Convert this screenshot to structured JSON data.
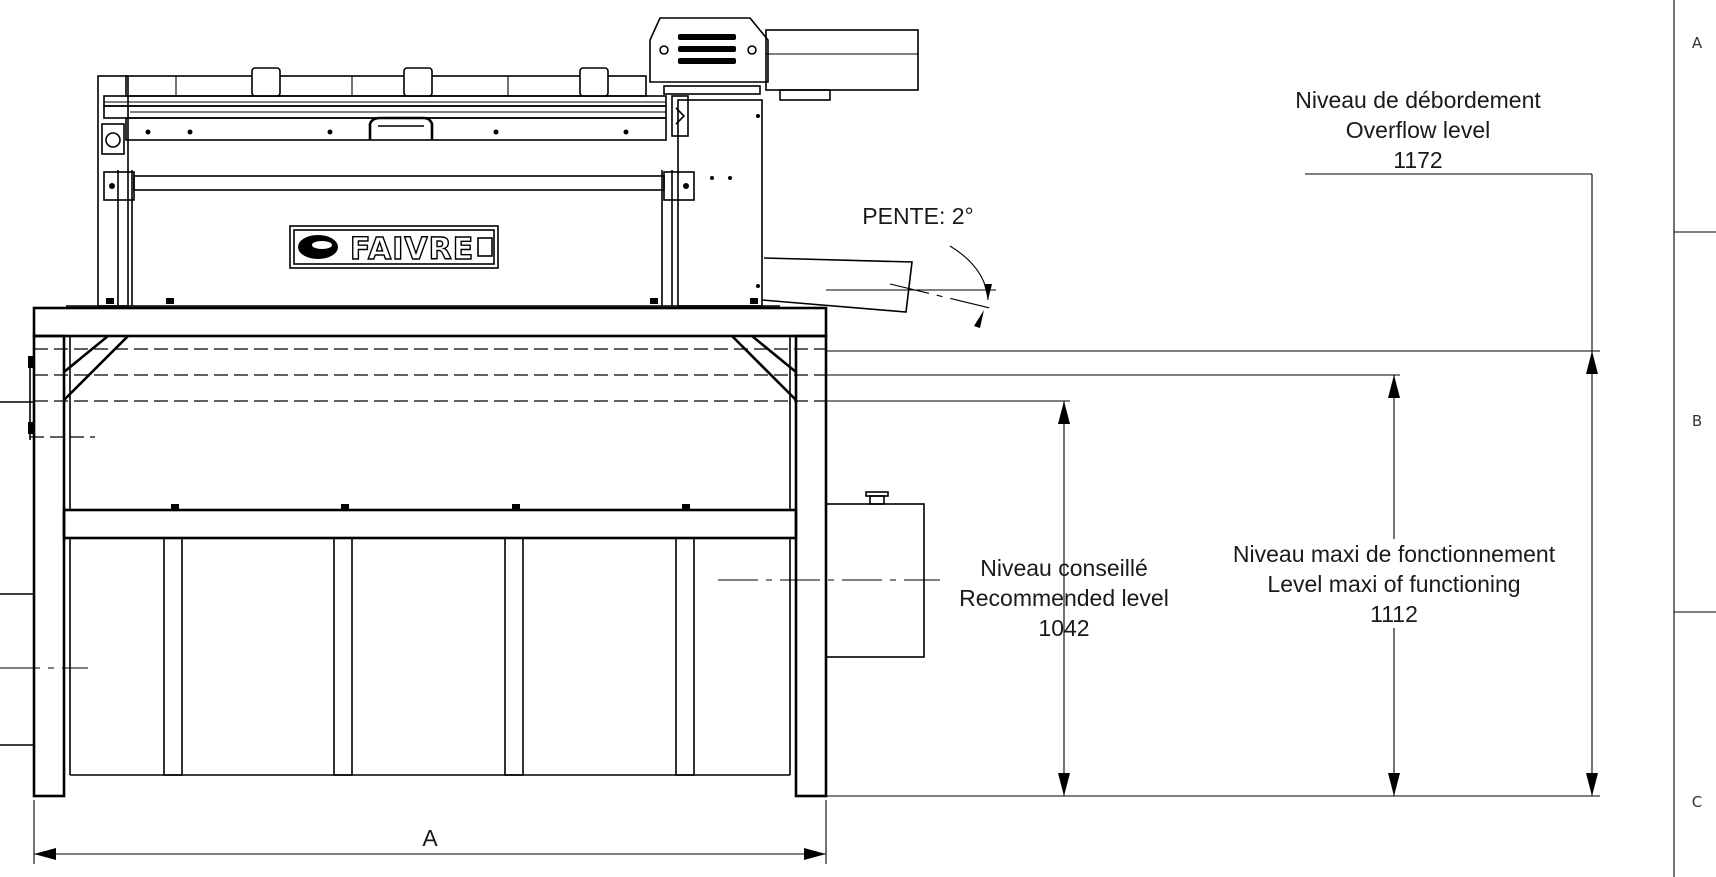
{
  "brand": {
    "logo_text": "FAIVRE"
  },
  "annotations": {
    "slope_label": "PENTE: 2°",
    "overflow": {
      "line_fr": "Niveau de débordement",
      "line_en": "Overflow level",
      "value": "1172"
    },
    "max_level": {
      "line_fr": "Niveau maxi de fonctionnement",
      "line_en": "Level maxi of functioning",
      "value": "1112"
    },
    "recommended": {
      "line_fr": "Niveau conseillé",
      "line_en": "Recommended level",
      "value": "1042"
    },
    "width_dimension": "A"
  },
  "frame": {
    "zones": [
      "A",
      "B",
      "C"
    ]
  }
}
